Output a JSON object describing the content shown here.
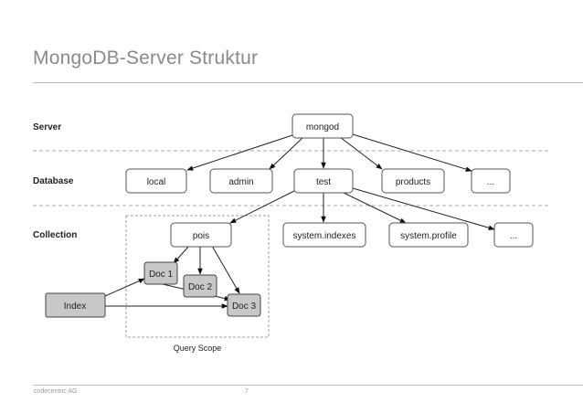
{
  "title": "MongoDB-Server Struktur",
  "footer": {
    "company": "codecentric AG",
    "page": "7"
  },
  "levels": {
    "server": "Server",
    "database": "Database",
    "collection": "Collection"
  },
  "nodes": {
    "mongod": "mongod",
    "local": "local",
    "admin": "admin",
    "test": "test",
    "products": "products",
    "db_more": "...",
    "pois": "pois",
    "system_indexes": "system.indexes",
    "system_profile": "system.profile",
    "coll_more": "...",
    "doc1": "Doc 1",
    "doc2": "Doc 2",
    "doc3": "Doc 3",
    "index": "Index"
  },
  "query_scope": "Query Scope",
  "colors": {
    "doc_fill": "#c8c8c8",
    "node_border": "#555555",
    "dash": "#a8a8a8"
  }
}
